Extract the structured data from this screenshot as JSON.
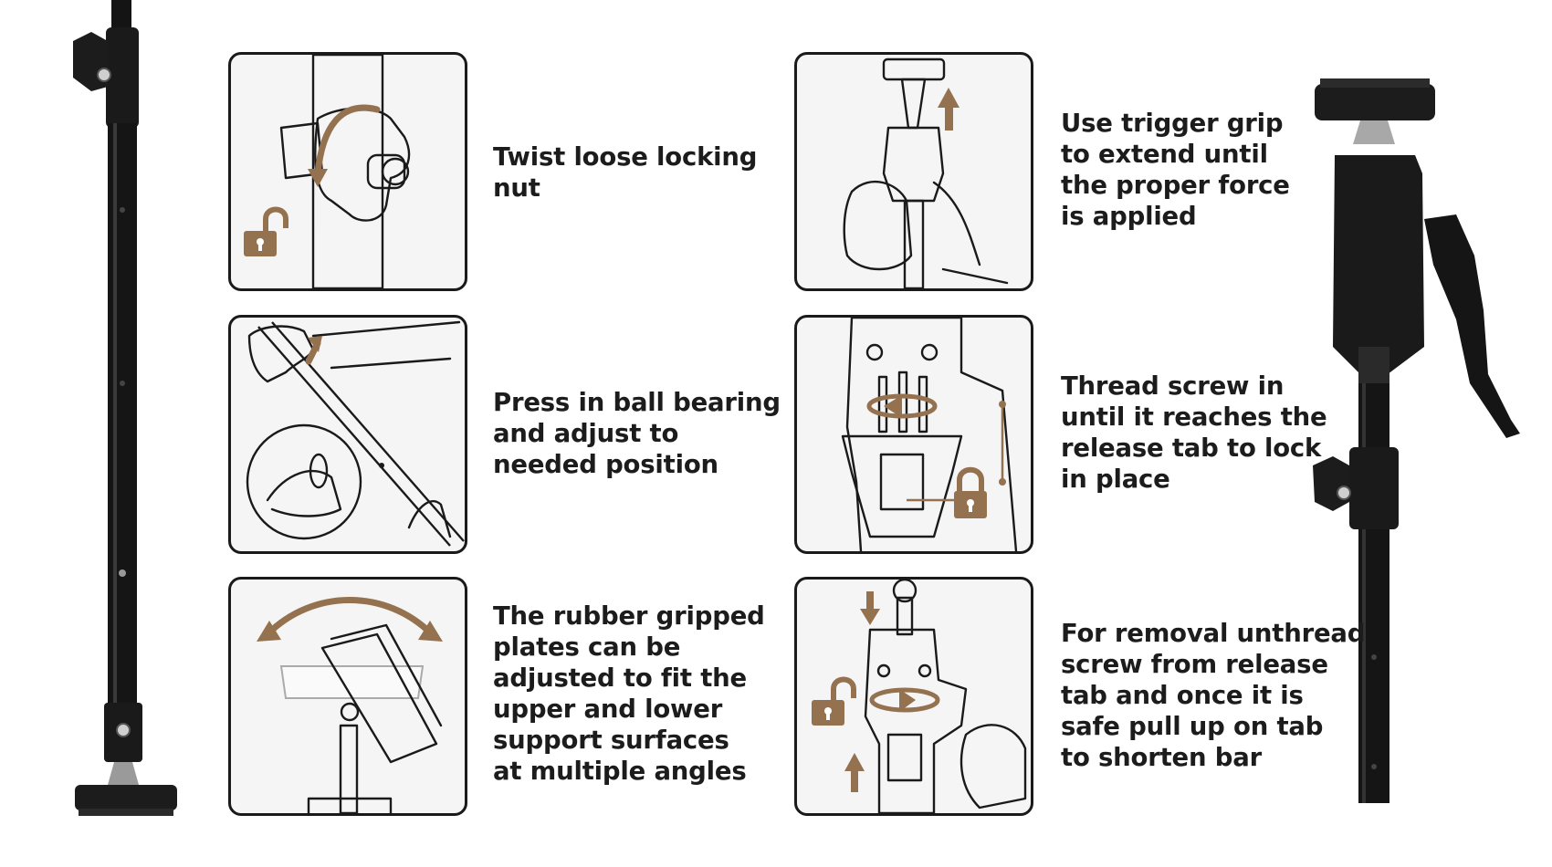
{
  "colors": {
    "accent": "#94714f",
    "outline": "#1a1a1a",
    "panel_bg": "#f5f5f5",
    "pole": "#141414"
  },
  "steps": [
    {
      "icon": "unlock-icon",
      "caption": "Twist loose locking\nnut"
    },
    {
      "icon": "arrow-up-icon",
      "caption": "Press in ball bearing\nand adjust to\nneeded position"
    },
    {
      "icon": "curved-arrow-icon",
      "caption": "The rubber gripped\nplates can be\nadjusted to fit the\nupper and lower\nsupport surfaces\nat multiple angles"
    },
    {
      "icon": "arrow-up-icon",
      "caption": "Use trigger grip\nto extend until\nthe proper force\nis applied"
    },
    {
      "icon": "lock-icon",
      "caption": "Thread screw in\nuntil it reaches the\nrelease tab to lock\nin place"
    },
    {
      "icon": "unlock-icon",
      "caption": "For removal unthread\nscrew from release\ntab and once it is\nsafe pull up on tab\nto shorten bar"
    }
  ]
}
